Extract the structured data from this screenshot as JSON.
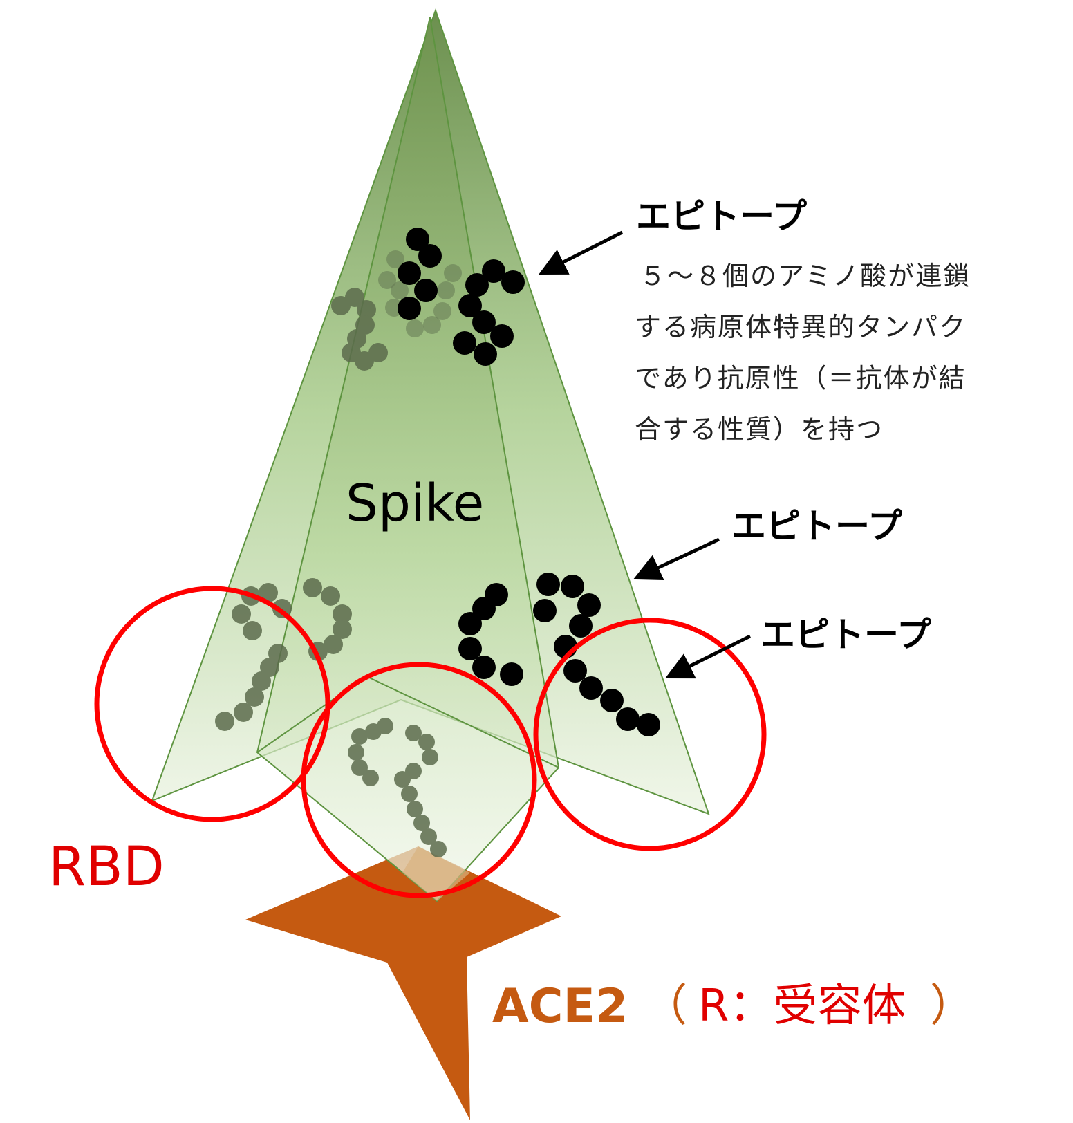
{
  "labels": {
    "spike": "Spike",
    "epitope_1": "エピトープ",
    "epitope_2": "エピトープ",
    "epitope_3": "エピトープ",
    "description_lines": [
      "５～８個のアミノ酸が連鎖",
      "する病原体特異的タンパク",
      "であり抗原性（＝抗体が結",
      "合する性質）を持つ"
    ],
    "rbd": "RBD",
    "ace2": "ACE2",
    "receptor_open": "（",
    "receptor_text": "R：受容体",
    "receptor_close": "）"
  },
  "colors": {
    "spike_top": "#6b8f4e",
    "spike_bottom": "#eef5e6",
    "spike_edge": "#5e9440",
    "ace2": "#c55a11",
    "rbd_circle": "#ff0000",
    "epitope_dark": "#000000",
    "epitope_faded": "#5b6b4c"
  }
}
